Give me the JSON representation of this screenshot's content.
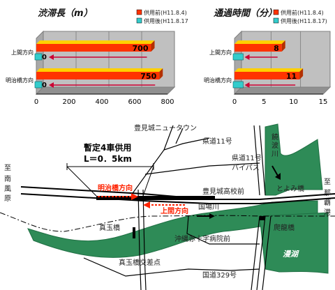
{
  "chart_data": [
    {
      "type": "bar",
      "orientation": "horizontal",
      "title": "渋滞長（m）",
      "categories": [
        "上間方向",
        "明治橋方向"
      ],
      "series": [
        {
          "name": "供用前(H11.8.4)",
          "values": [
            700,
            750
          ],
          "color": "#ff3300"
        },
        {
          "name": "供用後(H11.8.17)",
          "values": [
            0,
            0
          ],
          "color": "#33cccc"
        }
      ],
      "value_labels": [
        "700",
        "750"
      ],
      "after_labels": [
        "0",
        "0"
      ],
      "xlim": [
        0,
        800
      ],
      "xticks": [
        "0",
        "200",
        "400",
        "600",
        "800"
      ],
      "legend": "top-right"
    },
    {
      "type": "bar",
      "orientation": "horizontal",
      "title": "通過時間（分）",
      "categories": [
        "上間方向",
        "明治橋方向"
      ],
      "series": [
        {
          "name": "供用前(H11.8.4)",
          "values": [
            8,
            11
          ],
          "color": "#ff3300"
        },
        {
          "name": "供用後(H11.8.17)",
          "values": [
            1,
            1
          ],
          "color": "#33cccc"
        }
      ],
      "value_labels": [
        "8",
        "11"
      ],
      "xlim": [
        0,
        15
      ],
      "xticks": [
        "0",
        "5",
        "10",
        "15"
      ],
      "legend": "top-right"
    }
  ],
  "map": {
    "header": "暫定4車供用",
    "length": "L＝0．5km",
    "direction_meiji": "明治橋方向",
    "direction_ueno": "上間方向",
    "left_label": [
      "至",
      "南",
      "風",
      "原"
    ],
    "right_label": [
      "至",
      "那",
      "覇",
      "港"
    ],
    "places": {
      "tomigusuku_newtown": "豊見城ニュータウン",
      "kendo11": "県道11号",
      "kendo11_bypass": [
        "県道11号",
        "バイパス"
      ],
      "kokuba_river_top": [
        "饒",
        "波",
        "川"
      ],
      "tomiyoshi_bridge": "とよみ橋",
      "highschool": "豊見城高校前",
      "kokuba_river": "国場川",
      "matama_bridge": "真玉橋",
      "hiryu_bridge": "爬龍橋",
      "hospital": "沖縄赤十字病院前",
      "manko": "漫湖",
      "matama_crossing": "真玉橋交差点",
      "route329": "国道329号"
    }
  }
}
